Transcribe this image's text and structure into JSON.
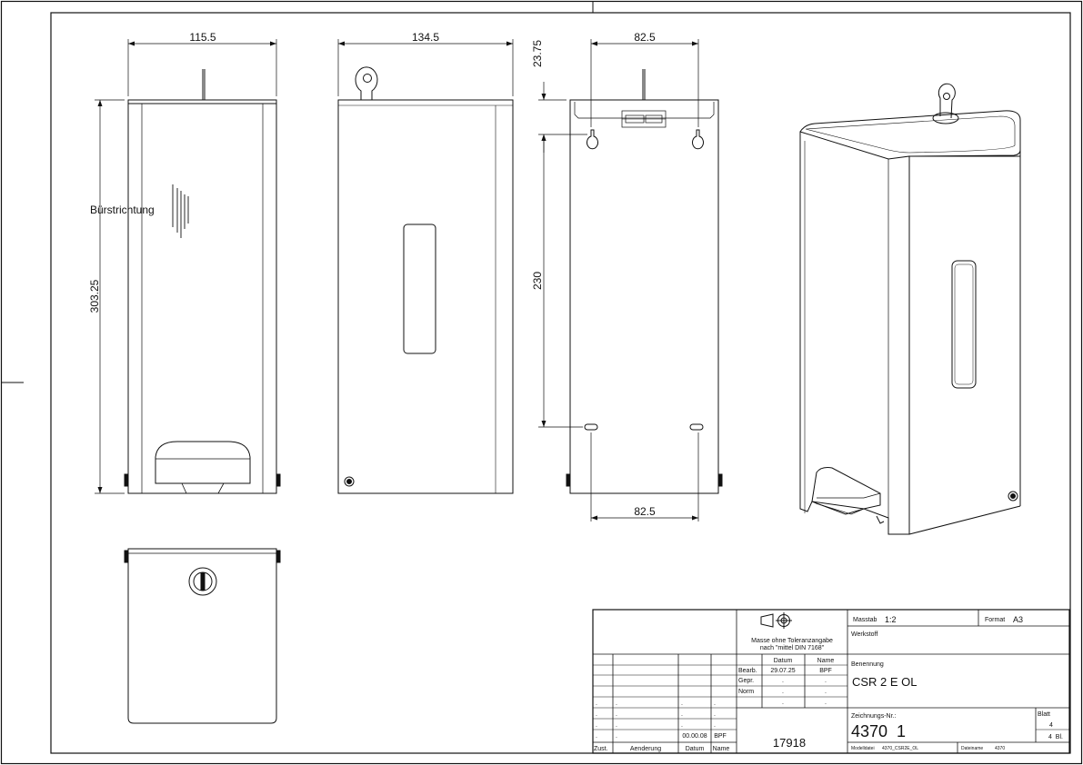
{
  "dimensions": {
    "front_width": "115.5",
    "side_width": "134.5",
    "back_width_top": "82.5",
    "back_width_bottom": "82.5",
    "front_height": "303.25",
    "back_top_offset": "23.75",
    "back_hole_spacing": "230"
  },
  "annotations": {
    "brush_direction": "Bürstrichtung"
  },
  "title_block": {
    "tolerance_line1": "Masse ohne Toleranzangabe",
    "tolerance_line2": "nach \"mittel DIN 7168\"",
    "col_datum": "Datum",
    "col_name": "Name",
    "bearb_label": "Bearb.",
    "bearb_datum": "29.07.25",
    "bearb_name": "BPF",
    "gepr_label": "Gepr.",
    "norm_label": "Norm",
    "dot": ".",
    "rev_datum": "00.00.08",
    "rev_name": "BPF",
    "footer_zust": "Zust.",
    "footer_aenderung": "Aenderung",
    "footer_datum": "Datum",
    "footer_name": "Name",
    "number": "17918",
    "masstab_label": "Masstab",
    "masstab_value": "1:2",
    "format_label": "Format",
    "format_value": "A3",
    "werkstoff_label": "Werkstoff",
    "benennung_label": "Benennung",
    "benennung_value": "CSR 2 E OL",
    "zeichnung_label": "Zeichnungs-Nr.:",
    "zeichnung_value": "4370  1",
    "blatt_label": "Blatt",
    "blatt_value": "4",
    "blatt_total": "4  Bl.",
    "modelldatei_label": "Modelldatei",
    "modelldatei_value": "4370_CSR2E_OL",
    "dateiname_label": "Dateiname",
    "dateiname_value": "4370"
  }
}
